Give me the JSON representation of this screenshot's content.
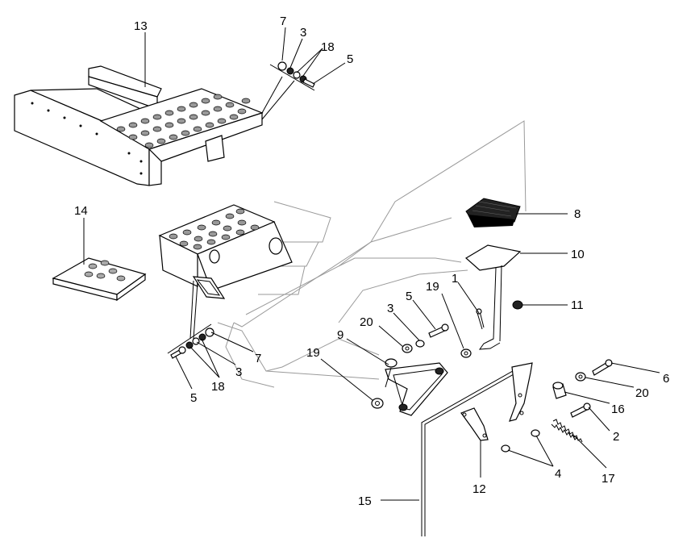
{
  "callouts": [
    {
      "id": "c-13a",
      "text": "13"
    },
    {
      "id": "c-7a",
      "text": "7"
    },
    {
      "id": "c-3a",
      "text": "3"
    },
    {
      "id": "c-18a",
      "text": "18"
    },
    {
      "id": "c-5a",
      "text": "5"
    },
    {
      "id": "c-14",
      "text": "14"
    },
    {
      "id": "c-8",
      "text": "8"
    },
    {
      "id": "c-10",
      "text": "10"
    },
    {
      "id": "c-11",
      "text": "11"
    },
    {
      "id": "c-1",
      "text": "1"
    },
    {
      "id": "c-19a",
      "text": "19"
    },
    {
      "id": "c-5b",
      "text": "5"
    },
    {
      "id": "c-3b",
      "text": "3"
    },
    {
      "id": "c-20a",
      "text": "20"
    },
    {
      "id": "c-9",
      "text": "9"
    },
    {
      "id": "c-19b",
      "text": "19"
    },
    {
      "id": "c-7b",
      "text": "7"
    },
    {
      "id": "c-3c",
      "text": "3"
    },
    {
      "id": "c-18b",
      "text": "18"
    },
    {
      "id": "c-5c",
      "text": "5"
    },
    {
      "id": "c-6",
      "text": "6"
    },
    {
      "id": "c-20b",
      "text": "20"
    },
    {
      "id": "c-16",
      "text": "16"
    },
    {
      "id": "c-2",
      "text": "2"
    },
    {
      "id": "c-17",
      "text": "17"
    },
    {
      "id": "c-4",
      "text": "4"
    },
    {
      "id": "c-12",
      "text": "12"
    },
    {
      "id": "c-15",
      "text": "15"
    }
  ]
}
